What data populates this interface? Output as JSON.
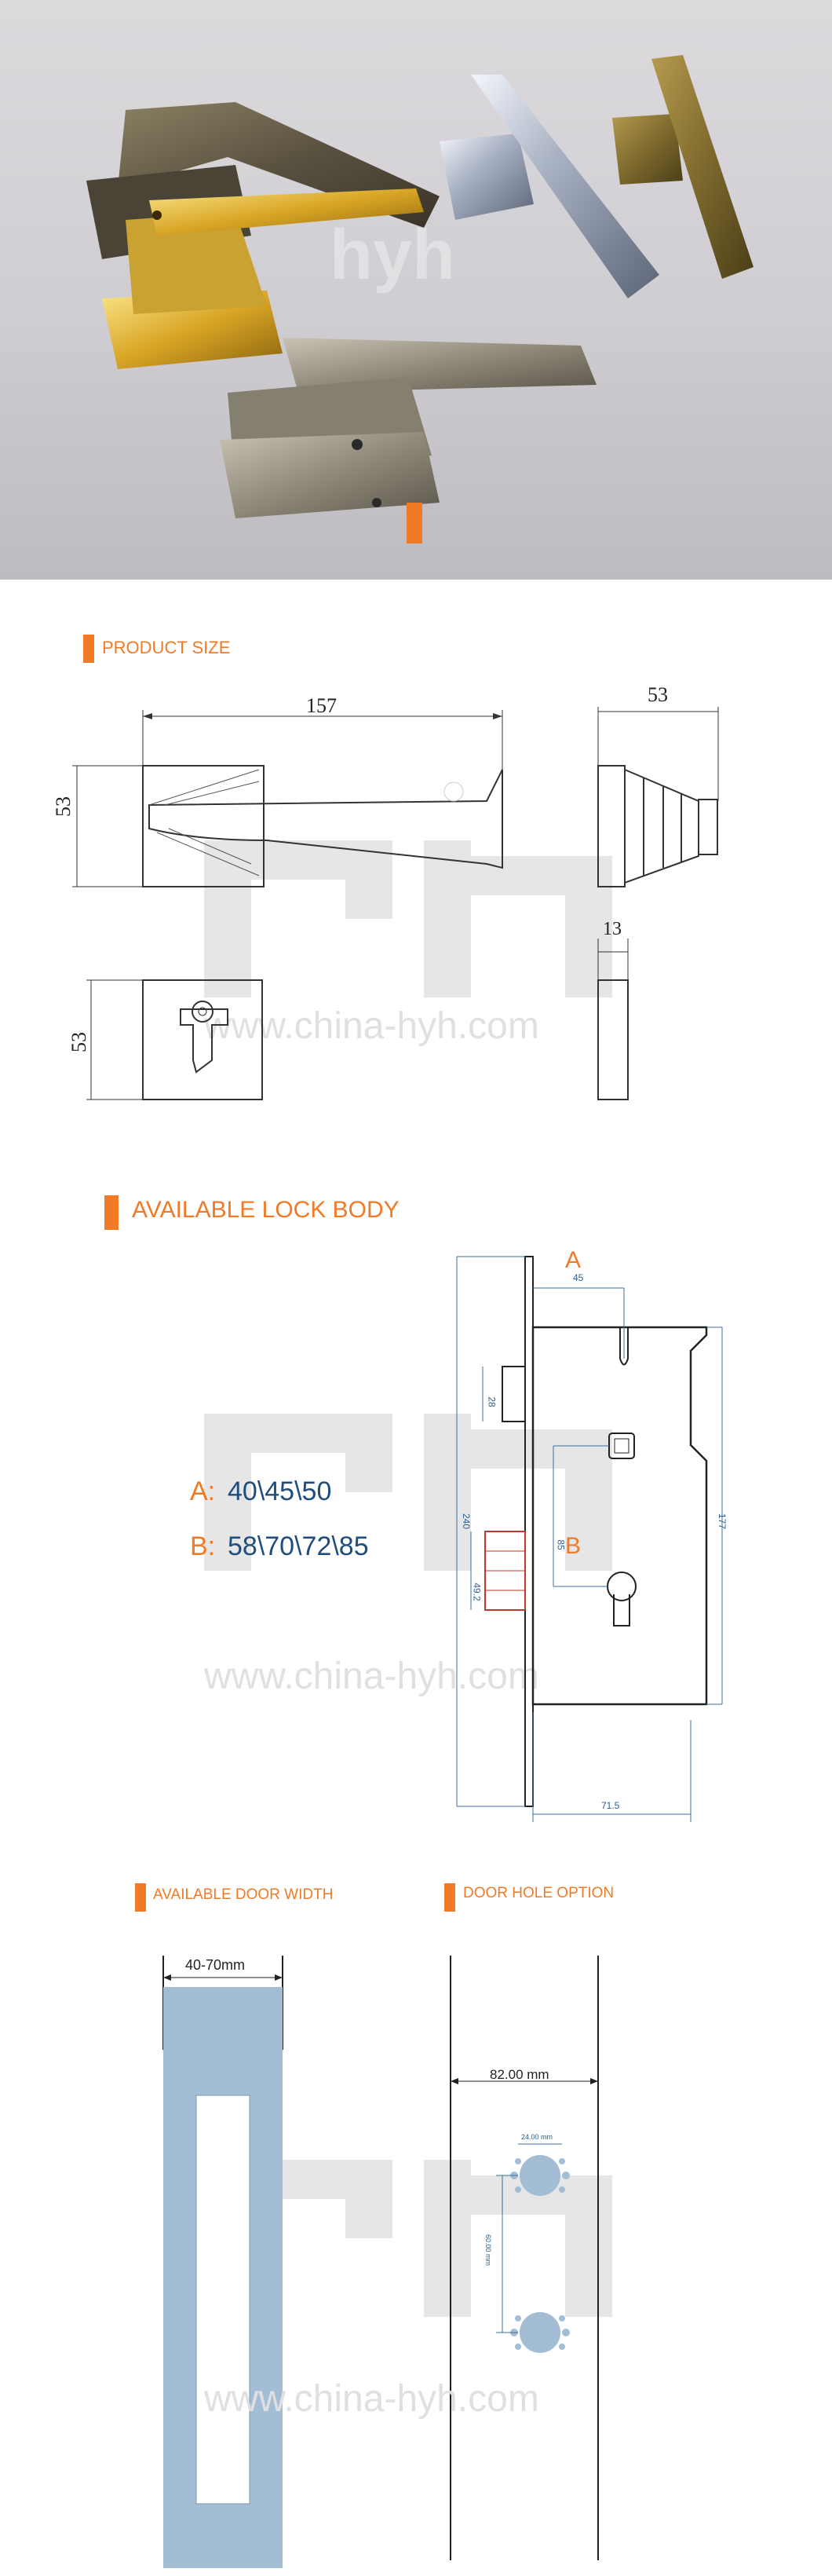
{
  "watermark": {
    "url": "www.china-hyh.com",
    "logo": "hyh"
  },
  "sections": {
    "product_size": "PRODUCT SIZE",
    "lock_body": "AVAILABLE LOCK BODY",
    "door_width": "AVAILABLE DOOR WIDTH",
    "door_hole": "DOOR HOLE OPTION"
  },
  "product_size": {
    "width": "157",
    "height_front": "53",
    "side_width": "53",
    "thickness": "13",
    "rose_height": "53"
  },
  "lock_body": {
    "option_a_label": "A:",
    "option_a_values": "40\\45\\50",
    "option_b_label": "B:",
    "option_b_values": "58\\70\\72\\85",
    "marker_a": "A",
    "marker_b": "B",
    "dim_45": "45",
    "dim_28": "28",
    "dim_240": "240",
    "dim_85": "85",
    "dim_177": "177",
    "dim_49_2": "49.2",
    "dim_71_5": "71.5"
  },
  "door_width": {
    "range": "40-70mm"
  },
  "door_hole": {
    "spacing": "82.00 mm",
    "hole_dia": "24.00 mm",
    "vertical": "60.00 mm"
  },
  "colors": {
    "accent": "#f07a26",
    "door_fill": "#a3bdd4",
    "dim_blue": "#2d5f8e"
  }
}
